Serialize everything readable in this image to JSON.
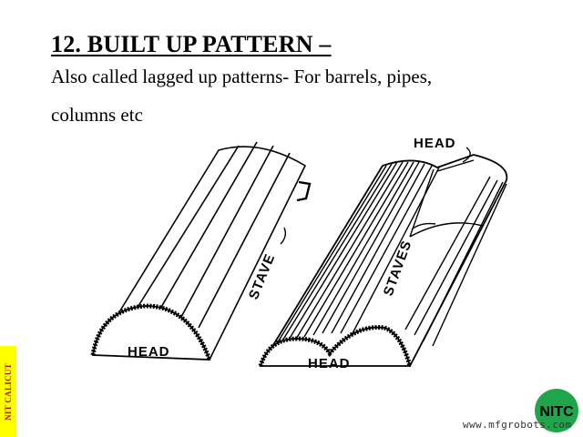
{
  "slide": {
    "title": "12. BUILT UP PATTERN –",
    "line1": "Also called lagged up patterns- For barrels, pipes,",
    "line2": "columns etc"
  },
  "figure": {
    "left_head_label": "HEAD",
    "left_stave_label": "STAVE",
    "right_head_top_label": "HEAD",
    "right_staves_label": "STAVES",
    "right_head_bottom_label": "HEAD"
  },
  "footer": {
    "side_badge": "NIT CALICUT",
    "logo_text": "NITC",
    "watermark": "www.mfgrobots.com"
  },
  "colors": {
    "side_badge_bg": "#ffff00",
    "side_badge_text": "#b01818",
    "logo_green": "#1fa64a"
  }
}
